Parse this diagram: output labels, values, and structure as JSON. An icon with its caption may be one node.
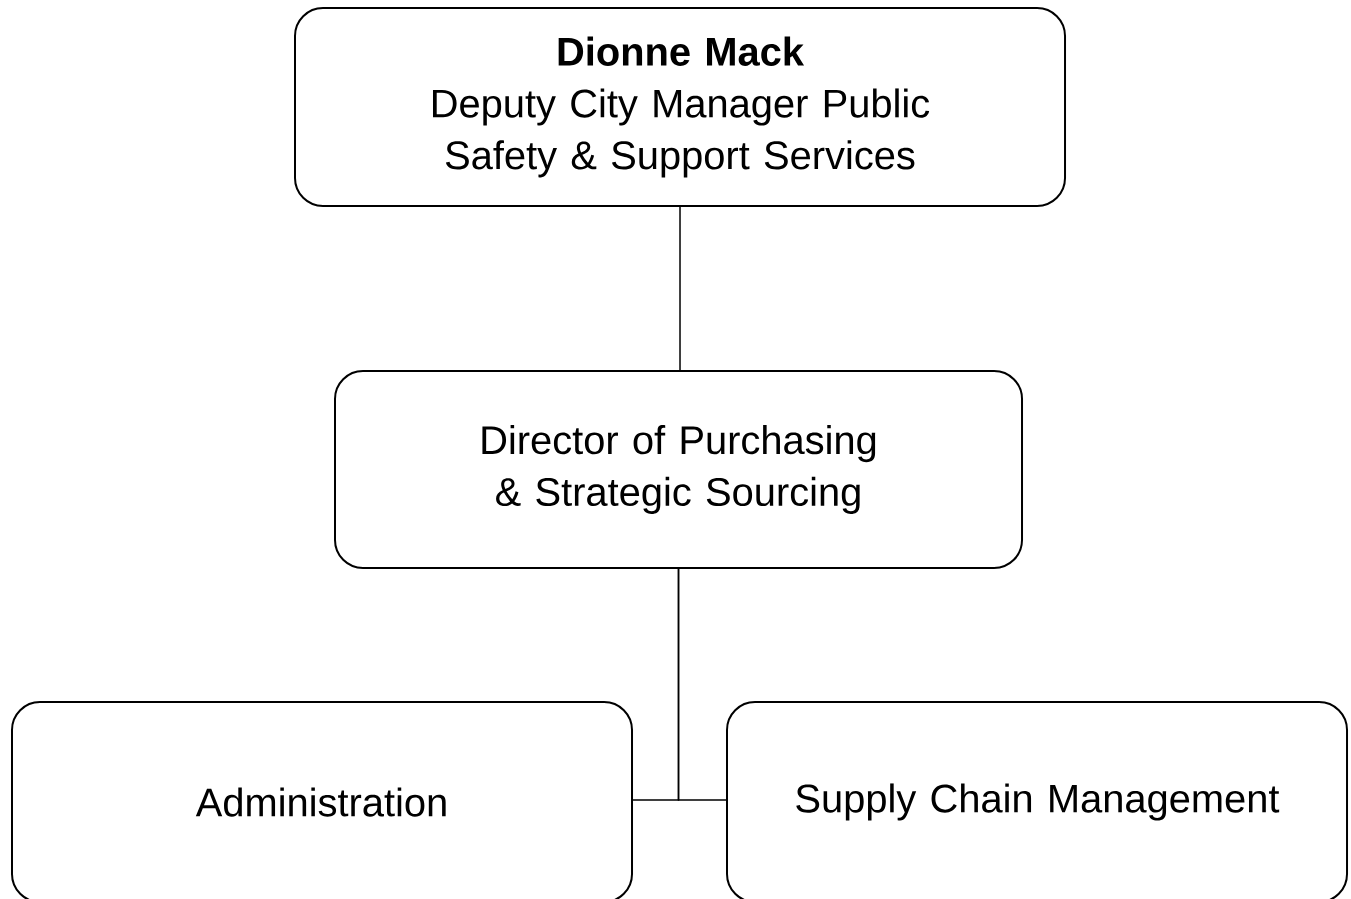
{
  "diagram": {
    "nodes": [
      {
        "text": [
          "Dionne Mack",
          "Deputy City Manager Public Safety & Support Services"
        ]
      },
      {
        "text": [
          "Director of Purchasing & Strategic Sourcing"
        ]
      },
      {
        "text": [
          "Administration"
        ]
      },
      {
        "text": [
          "Supply Chain Management"
        ]
      }
    ],
    "edges": [
      {
        "from": 0,
        "to": 1,
        "arrow": "none"
      },
      {
        "from": 1,
        "to": 2,
        "arrow": "none"
      },
      {
        "from": 1,
        "to": 3,
        "arrow": "none"
      }
    ]
  }
}
